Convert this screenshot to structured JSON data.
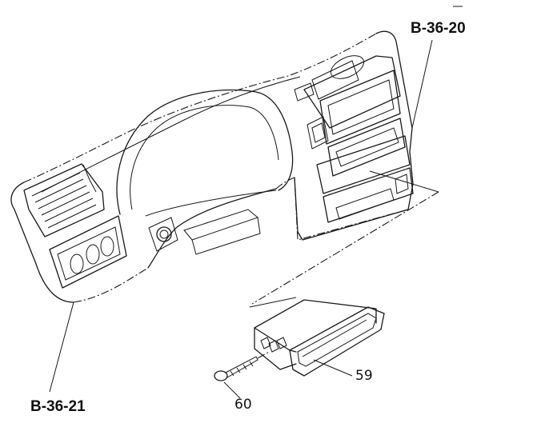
{
  "callouts": {
    "upper_panel": "B-36-20",
    "lower_panel": "B-36-21",
    "pocket_part": "59",
    "screw_part": "60"
  }
}
